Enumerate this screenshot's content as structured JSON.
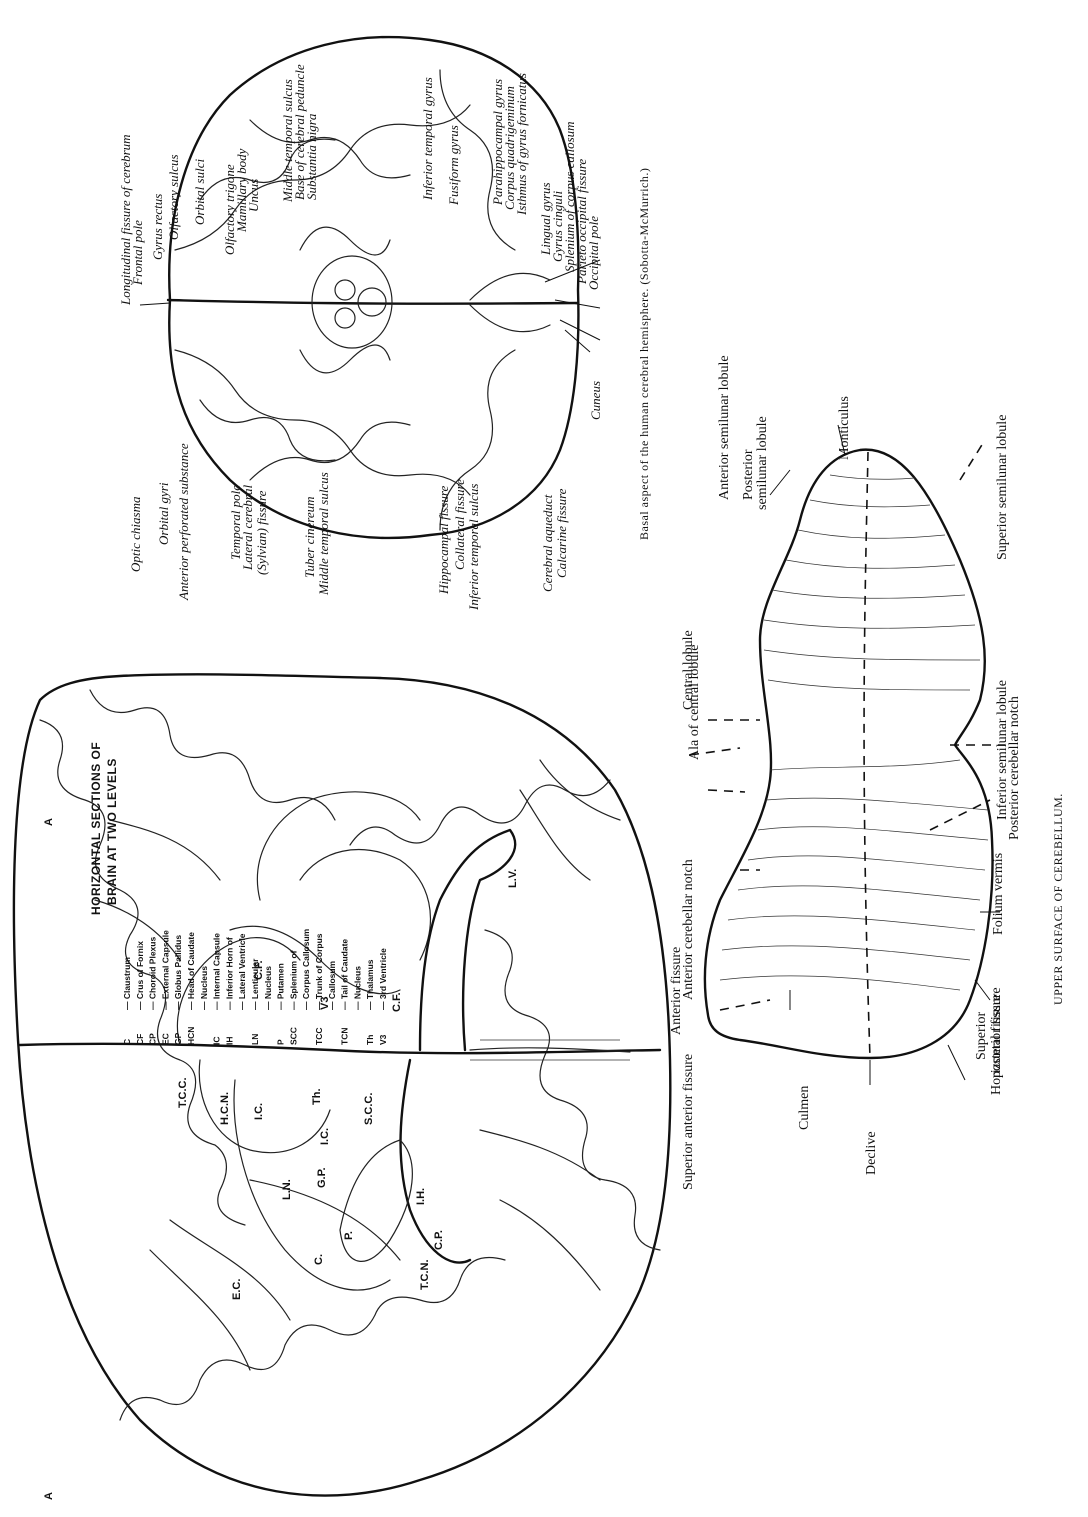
{
  "brain_section": {
    "heading_line1": "HORIZONTAL SECTIONS OF",
    "heading_line2": "BRAIN AT TWO LEVELS",
    "marker_a_top": "A",
    "marker_a_bottom": "A",
    "legend": [
      {
        "abbr": "C",
        "text": "Claustrum"
      },
      {
        "abbr": "CF",
        "text": "Crus of Fornix"
      },
      {
        "abbr": "CP",
        "text": "Choroid Plexus"
      },
      {
        "abbr": "EC",
        "text": "External Capsule"
      },
      {
        "abbr": "GP",
        "text": "Globus Pallidus"
      },
      {
        "abbr": "HCN",
        "text": "Head of Caudate"
      },
      {
        "abbr": "",
        "text": "Nucleus"
      },
      {
        "abbr": "IC",
        "text": "Internal Capsule"
      },
      {
        "abbr": "IH",
        "text": "Inferior Horn of"
      },
      {
        "abbr": "",
        "text": "Lateral Ventricle"
      },
      {
        "abbr": "LN",
        "text": "Lenticular"
      },
      {
        "abbr": "",
        "text": "Nucleus"
      },
      {
        "abbr": "P",
        "text": "Putamen"
      },
      {
        "abbr": "SCC",
        "text": "Splenium of"
      },
      {
        "abbr": "",
        "text": "Corpus Callosum"
      },
      {
        "abbr": "TCC",
        "text": "Trunk of Corpus"
      },
      {
        "abbr": "",
        "text": "Callosum"
      },
      {
        "abbr": "TCN",
        "text": "Tail of Caudate"
      },
      {
        "abbr": "",
        "text": "Nucleus"
      },
      {
        "abbr": "Th",
        "text": "Thalamus"
      },
      {
        "abbr": "V3",
        "text": "3rd Ventricle"
      }
    ],
    "labels": {
      "tcc": "T.C.C.",
      "hcn": "H.C.N.",
      "ic1": "I.C.",
      "ln": "L.N.",
      "gp": "G.P.",
      "ic2": "I.C.",
      "th": "Th.",
      "scc": "S.C.C.",
      "ec": "E.C.",
      "c": "C.",
      "p": "P.",
      "cp": "C.P.",
      "ih": "I.H.",
      "tcn": "T.C.N.",
      "cf1": "C.F.",
      "cf2": "C.F.",
      "v3": "V3",
      "lv": "L.V."
    }
  },
  "basal_view": {
    "left_labels": [
      "Longitudinal fissure of cerebrum",
      "Frontal pole",
      "Gyrus rectus",
      "Olfactory sulcus",
      "Orbital sulci",
      "Olfactory trigone",
      "Mamillary body",
      "Uncus",
      "Middle temporal sulcus",
      "Base of cerebral peduncle",
      "Substantia nigra",
      "Inferior temporal gyrus",
      "Fusiform gyrus",
      "Parahippocampal gyrus",
      "Corpus quadrigeminum",
      "Isthmus of gyrus fornicatus",
      "Lingual gyrus",
      "Gyrus cinguli",
      "Splenium of corpus callosum",
      "Parieto occipital fissure",
      "Occipital pole"
    ],
    "right_labels": [
      "Optic chiasma",
      "Orbital gyri",
      "Anterior perforated substance",
      "Temporal pole",
      "Lateral cerebral",
      "(Sylvian) fissure",
      "Tuber cinereum",
      "Middle temporal sulcus",
      "Hippocampal fissure",
      "Collateral fissure",
      "Inferior temporal sulcus",
      "Cerebral aqueduct",
      "Calcarine fissure",
      "Cuneus"
    ],
    "caption": "Basal aspect of the human cerebral hemisphere.  (Sobotta-McMurrich.)"
  },
  "cerebellum": {
    "labels": {
      "central_lobule": "Central lobule",
      "ala": "Ala of central lobule",
      "anterior_semilunar": "Anterior semilunar lobule",
      "posterior_semilunar_1": "Posterior",
      "posterior_semilunar_2": "semilunar lobule",
      "monticulus": "Monticulus",
      "superior_semilunar": "Superior semilunar lobule",
      "inferior_semilunar": "Inferior semilunar lobule",
      "posterior_notch": "Posterior cerebellar notch",
      "folium": "Folium vermis",
      "horizontal": "Horizontal fissure",
      "superior_posterior_1": "Superior",
      "superior_posterior_2": "posterior fissure",
      "declive": "Declive",
      "culmen": "Culmen",
      "superior_anterior": "Superior anterior fissure",
      "anterior_fissure": "Anterior fissure",
      "anterior_notch": "Anterior cerebellar notch"
    },
    "caption": "UPPER SURFACE OF CEREBELLUM."
  }
}
